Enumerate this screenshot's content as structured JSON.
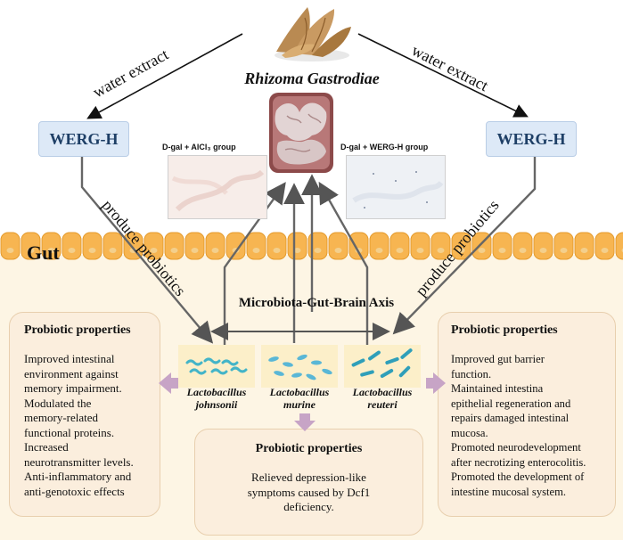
{
  "title": "Rhizoma Gastrodiae",
  "werg_left": "WERG-H",
  "werg_right": "WERG-H",
  "water_extract_left": "water extract",
  "water_extract_right": "water extract",
  "produce_probiotics_left": "produce probiotics",
  "produce_probiotics_right": "produce probiotics",
  "gut": "Gut",
  "histology_left_label": "D-gal + AlCl₃ group",
  "histology_right_label": "D-gal + WERG-H group",
  "axis_label": "Microbiota-Gut-Brain Axis",
  "bacteria": [
    {
      "name": "Lactobacillus johnsonii",
      "line1": "Lactobacillus",
      "line2": "johnsonii"
    },
    {
      "name": "Lactobacillus murine",
      "line1": "Lactobacillus",
      "line2": "murine"
    },
    {
      "name": "Lactobacillus reuteri",
      "line1": "Lactobacillus",
      "line2": "reuteri"
    }
  ],
  "panels": {
    "left": {
      "title": "Probiotic properties",
      "lines": [
        "Improved intestinal",
        "environment against",
        "memory impairment.",
        "Modulated the",
        "memory-related",
        "functional proteins.",
        "Increased",
        "neurotransmitter levels.",
        "Anti-inflammatory and",
        "anti-genotoxic effects"
      ]
    },
    "middle": {
      "title": "Probiotic properties",
      "lines": [
        "Relieved depression-like",
        "symptoms caused by Dcf1",
        "deficiency."
      ]
    },
    "right": {
      "title": "Probiotic properties",
      "lines": [
        "Improved gut barrier",
        "function.",
        "Maintained intestina",
        "epithelial regeneration and",
        "repairs damaged intestinal",
        "mucosa.",
        "Promoted neurodevelopment",
        "after necrotizing enterocolitis.",
        "Promoted the development of",
        "intestine mucosal system."
      ]
    }
  },
  "colors": {
    "gut_bg": "#fdf5e4",
    "cell": "#f7b551",
    "panel_bg": "#fbeedd",
    "bacteria_bg": "#fcefc9",
    "werg_bg": "#dde9f7",
    "arrow_gray": "#666666",
    "arrow_purple": "#c7a4c6",
    "bacteria_teal": "#43b4c8"
  }
}
